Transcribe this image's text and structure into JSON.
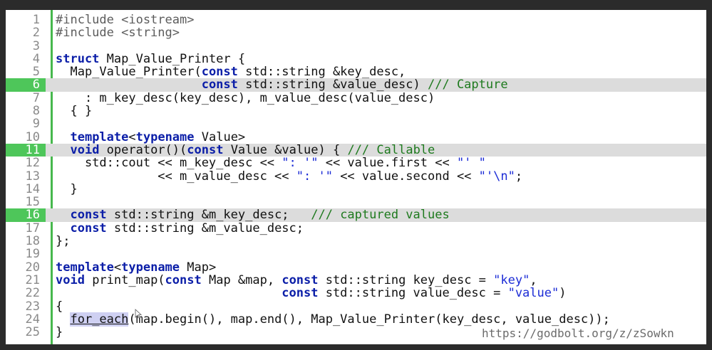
{
  "editor": {
    "url": "https://godbolt.org/z/zSowkn",
    "highlight_color": "#4ec65a",
    "lines": [
      {
        "n": "1",
        "hl": false,
        "tokens": [
          {
            "t": "pp",
            "v": "#include <iostream>"
          }
        ]
      },
      {
        "n": "2",
        "hl": false,
        "tokens": [
          {
            "t": "pp",
            "v": "#include <string>"
          }
        ]
      },
      {
        "n": "3",
        "hl": false,
        "tokens": []
      },
      {
        "n": "4",
        "hl": false,
        "tokens": [
          {
            "t": "kw",
            "v": "struct"
          },
          {
            "t": "",
            "v": " Map_Value_Printer {"
          }
        ]
      },
      {
        "n": "5",
        "hl": false,
        "tokens": [
          {
            "t": "",
            "v": "  Map_Value_Printer("
          },
          {
            "t": "kw",
            "v": "const"
          },
          {
            "t": "",
            "v": " std::string &key_desc,"
          }
        ]
      },
      {
        "n": "6",
        "hl": true,
        "tokens": [
          {
            "t": "",
            "v": "                    "
          },
          {
            "t": "kw",
            "v": "const"
          },
          {
            "t": "",
            "v": " std::string &value_desc) "
          },
          {
            "t": "cm",
            "v": "/// Capture"
          }
        ]
      },
      {
        "n": "7",
        "hl": false,
        "tokens": [
          {
            "t": "",
            "v": "    : m_key_desc(key_desc), m_value_desc(value_desc)"
          }
        ]
      },
      {
        "n": "8",
        "hl": false,
        "tokens": [
          {
            "t": "",
            "v": "  { }"
          }
        ]
      },
      {
        "n": "9",
        "hl": false,
        "tokens": []
      },
      {
        "n": "10",
        "hl": false,
        "tokens": [
          {
            "t": "",
            "v": "  "
          },
          {
            "t": "kw",
            "v": "template"
          },
          {
            "t": "",
            "v": "<"
          },
          {
            "t": "kw",
            "v": "typename"
          },
          {
            "t": "",
            "v": " Value>"
          }
        ]
      },
      {
        "n": "11",
        "hl": true,
        "tokens": [
          {
            "t": "",
            "v": "  "
          },
          {
            "t": "kw",
            "v": "void"
          },
          {
            "t": "",
            "v": " operator()("
          },
          {
            "t": "kw",
            "v": "const"
          },
          {
            "t": "",
            "v": " Value &value) { "
          },
          {
            "t": "cm",
            "v": "/// Callable"
          }
        ]
      },
      {
        "n": "12",
        "hl": false,
        "tokens": [
          {
            "t": "",
            "v": "    std::cout << m_key_desc << "
          },
          {
            "t": "str",
            "v": "\": '\""
          },
          {
            "t": "",
            "v": " << value.first << "
          },
          {
            "t": "str",
            "v": "\"' \""
          }
        ]
      },
      {
        "n": "13",
        "hl": false,
        "tokens": [
          {
            "t": "",
            "v": "              << m_value_desc << "
          },
          {
            "t": "str",
            "v": "\": '\""
          },
          {
            "t": "",
            "v": " << value.second << "
          },
          {
            "t": "str",
            "v": "\"'\\n\""
          },
          {
            "t": "",
            "v": ";"
          }
        ]
      },
      {
        "n": "14",
        "hl": false,
        "tokens": [
          {
            "t": "",
            "v": "  }"
          }
        ]
      },
      {
        "n": "15",
        "hl": false,
        "tokens": []
      },
      {
        "n": "16",
        "hl": true,
        "tokens": [
          {
            "t": "",
            "v": "  "
          },
          {
            "t": "kw",
            "v": "const"
          },
          {
            "t": "",
            "v": " std::string &m_key_desc;   "
          },
          {
            "t": "cm",
            "v": "/// captured values"
          }
        ]
      },
      {
        "n": "17",
        "hl": false,
        "tokens": [
          {
            "t": "",
            "v": "  "
          },
          {
            "t": "kw",
            "v": "const"
          },
          {
            "t": "",
            "v": " std::string &m_value_desc;"
          }
        ]
      },
      {
        "n": "18",
        "hl": false,
        "tokens": [
          {
            "t": "",
            "v": "};"
          }
        ]
      },
      {
        "n": "19",
        "hl": false,
        "tokens": []
      },
      {
        "n": "20",
        "hl": false,
        "tokens": [
          {
            "t": "kw",
            "v": "template"
          },
          {
            "t": "",
            "v": "<"
          },
          {
            "t": "kw",
            "v": "typename"
          },
          {
            "t": "",
            "v": " Map>"
          }
        ]
      },
      {
        "n": "21",
        "hl": false,
        "tokens": [
          {
            "t": "kw",
            "v": "void"
          },
          {
            "t": "",
            "v": " print_map("
          },
          {
            "t": "kw",
            "v": "const"
          },
          {
            "t": "",
            "v": " Map &map, "
          },
          {
            "t": "kw",
            "v": "const"
          },
          {
            "t": "",
            "v": " std::string key_desc = "
          },
          {
            "t": "str",
            "v": "\"key\""
          },
          {
            "t": "",
            "v": ","
          }
        ]
      },
      {
        "n": "22",
        "hl": false,
        "tokens": [
          {
            "t": "",
            "v": "                               "
          },
          {
            "t": "kw",
            "v": "const"
          },
          {
            "t": "",
            "v": " std::string value_desc = "
          },
          {
            "t": "str",
            "v": "\"value\""
          },
          {
            "t": "",
            "v": ")"
          }
        ]
      },
      {
        "n": "23",
        "hl": false,
        "tokens": [
          {
            "t": "",
            "v": "{"
          }
        ]
      },
      {
        "n": "24",
        "hl": false,
        "tokens": [
          {
            "t": "",
            "v": "  "
          },
          {
            "t": "sel",
            "v": "for_each"
          },
          {
            "t": "",
            "v": "(map.begin(), map.end(), Map_Value_Printer(key_desc, value_desc));"
          }
        ]
      },
      {
        "n": "25",
        "hl": false,
        "tokens": [
          {
            "t": "",
            "v": "}"
          }
        ]
      }
    ]
  }
}
